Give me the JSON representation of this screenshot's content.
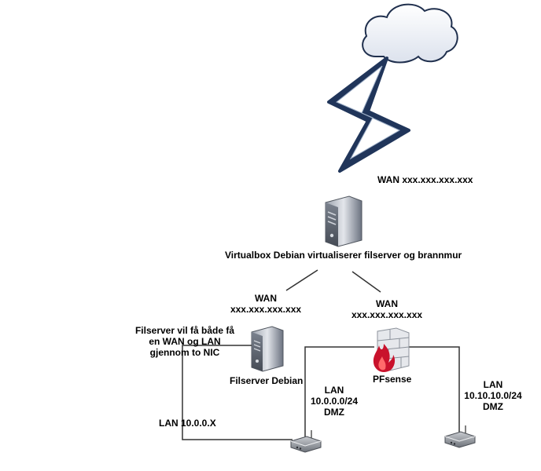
{
  "labels": {
    "wan_top": "WAN xxx.xxx.xxx.xxx",
    "virtualbox": "Virtualbox Debian virtualiserer filserver og brannmur",
    "wan_left_line1": "WAN",
    "wan_left_line2": "xxx.xxx.xxx.xxx",
    "wan_right_line1": "WAN",
    "wan_right_line2": "xxx.xxx.xxx.xxx",
    "note_line1": "Filserver vil få både få",
    "note_line2": "en WAN og LAN",
    "note_line3": "gjennom to NIC",
    "filserver": "Filserver Debian",
    "pfsense": "PFsense",
    "lan_left_line1": "LAN",
    "lan_left_line2": "10.0.0.0/24",
    "lan_left_line3": "DMZ",
    "lan_right_line1": "LAN",
    "lan_right_line2": "10.10.10.0/24",
    "lan_right_line3": "DMZ",
    "lan_x": "LAN 10.0.0.X"
  },
  "colors": {
    "cloud_fill": "#e9edf5",
    "cloud_stroke": "#1f2f4d",
    "bolt_outer": "#20355a",
    "bolt_inner": "#ffffff",
    "server_dark": "#5a6270",
    "server_light": "#c5c9d1",
    "firewall_brick": "#e6e8ec",
    "firewall_flame": "#c9122c",
    "router_body": "#8a8f96",
    "line": "#333333"
  },
  "icons": [
    "cloud-icon",
    "lightning-icon",
    "server-icon",
    "firewall-icon",
    "router-icon"
  ]
}
